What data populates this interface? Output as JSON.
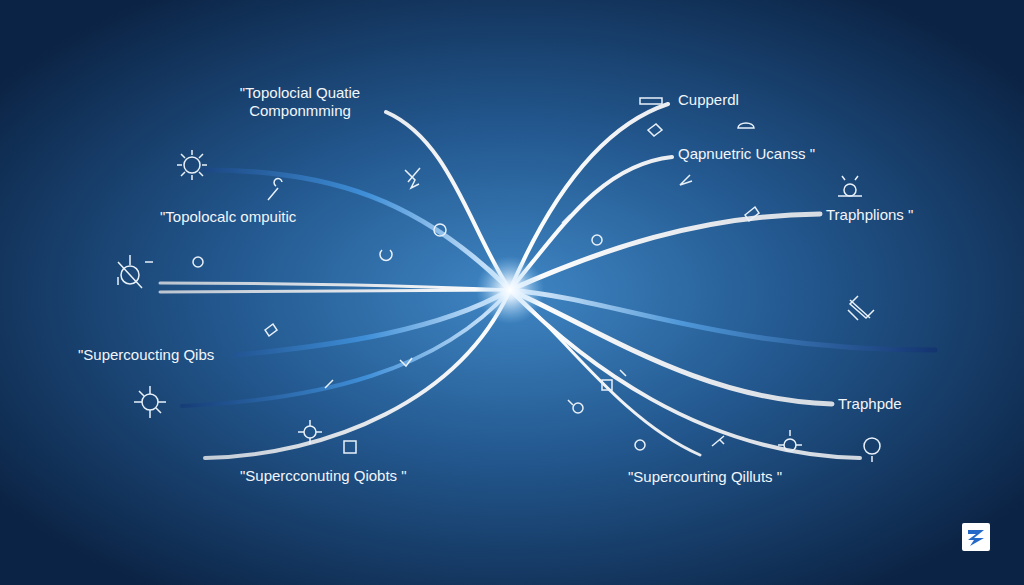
{
  "diagram": {
    "labels": [
      "\"Topolocial Quatie Componmming",
      "\"Topolocalc ompuitic",
      "\"Supercoucting Qibs",
      "\"Supercconuting Qiobts \"",
      "Cupperdl",
      "Qapnuetric Ucanss \"",
      "Traphplions \"",
      "Traphpde",
      "\"Supercourting Qilluts \""
    ]
  }
}
